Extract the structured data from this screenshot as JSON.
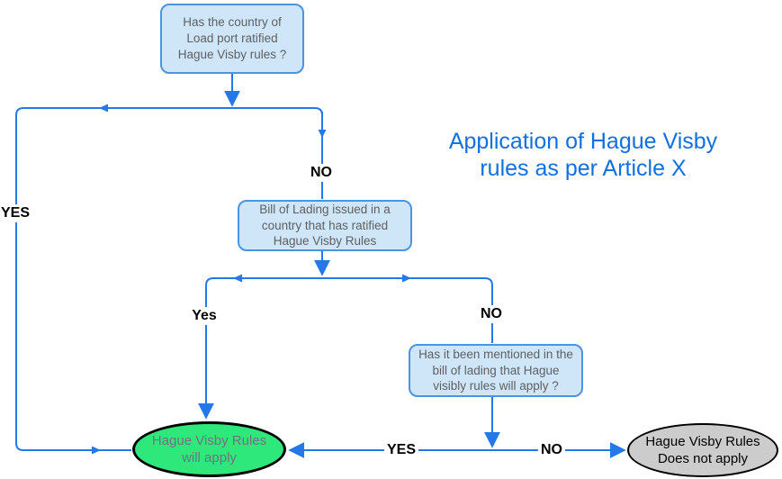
{
  "title": {
    "line1": "Application of Hague Visby",
    "line2": "rules as per Article X"
  },
  "nodes": {
    "q_load_port": {
      "text": "Has the country of Load port ratified Hague Visby rules ?"
    },
    "q_bill_issued": {
      "text": "Bill of Lading issued in a country that has ratified Hague Visby Rules"
    },
    "q_mentioned": {
      "text": "Has it been mentioned in the bill of lading that Hague visibly rules will apply ?"
    },
    "result_apply": {
      "line1": "Hague Visby Rules",
      "line2": "will apply"
    },
    "result_not_apply": {
      "line1": "Hague Visby Rules",
      "line2": "Does not apply"
    }
  },
  "labels": {
    "no_first": "NO",
    "yes_left": "YES",
    "yes_second": "Yes",
    "no_second": "NO",
    "yes_bottom": "YES",
    "no_bottom": "NO"
  },
  "colors": {
    "line": "#2478e8",
    "box_fill": "#cfe5f8",
    "box_border": "#4a94e0",
    "box_text": "#5e6163",
    "green_fill": "#2ee87c",
    "green_text": "#73737b",
    "gray_fill": "#cccccc",
    "gray_text": "#000000",
    "title_color": "#1170e0",
    "label_color": "#000000"
  }
}
